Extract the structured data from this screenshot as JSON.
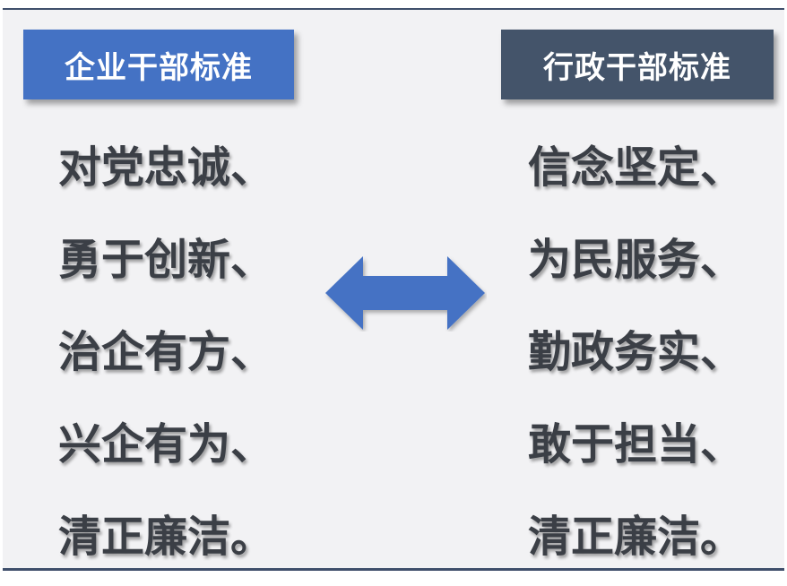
{
  "left_header": "企业干部标准",
  "right_header": "行政干部标准",
  "left_items": [
    "对党忠诚、",
    "勇于创新、",
    "治企有方、",
    "兴企有为、",
    "清正廉洁。"
  ],
  "right_items": [
    "信念坚定、",
    "为民服务、",
    "勤政务实、",
    "敢于担当、",
    "清正廉洁。"
  ],
  "arrow": {
    "icon": "double-arrow-icon",
    "color": "#4472c4"
  },
  "colors": {
    "left_header_bg": "#4472c4",
    "right_header_bg": "#44546a",
    "text": "#3b3f46"
  }
}
